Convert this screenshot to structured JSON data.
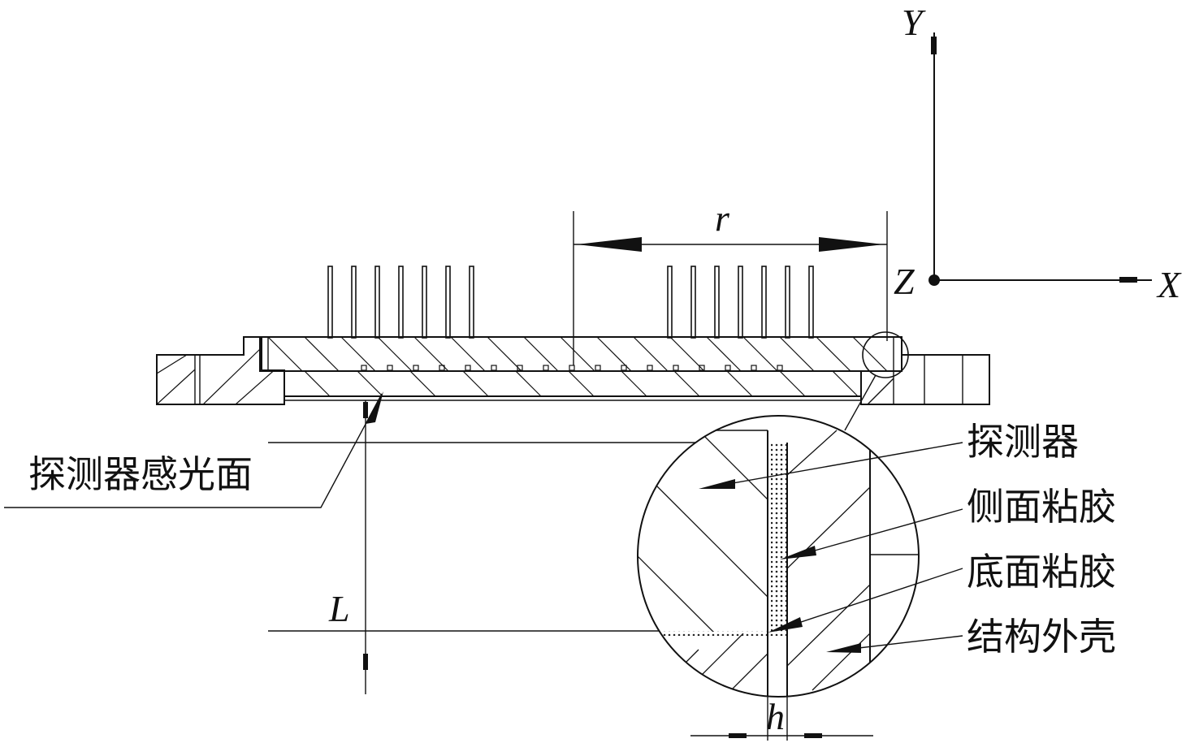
{
  "labels": {
    "detector_surface": "探测器感光面",
    "detector": "探测器",
    "side_glue": "侧面粘胶",
    "bottom_glue": "底面粘胶",
    "housing": "结构外壳"
  },
  "dimensions": {
    "radius": "r",
    "distance": "L",
    "glue_gap": "h"
  },
  "axes": {
    "x": "X",
    "y": "Y",
    "z": "Z"
  }
}
